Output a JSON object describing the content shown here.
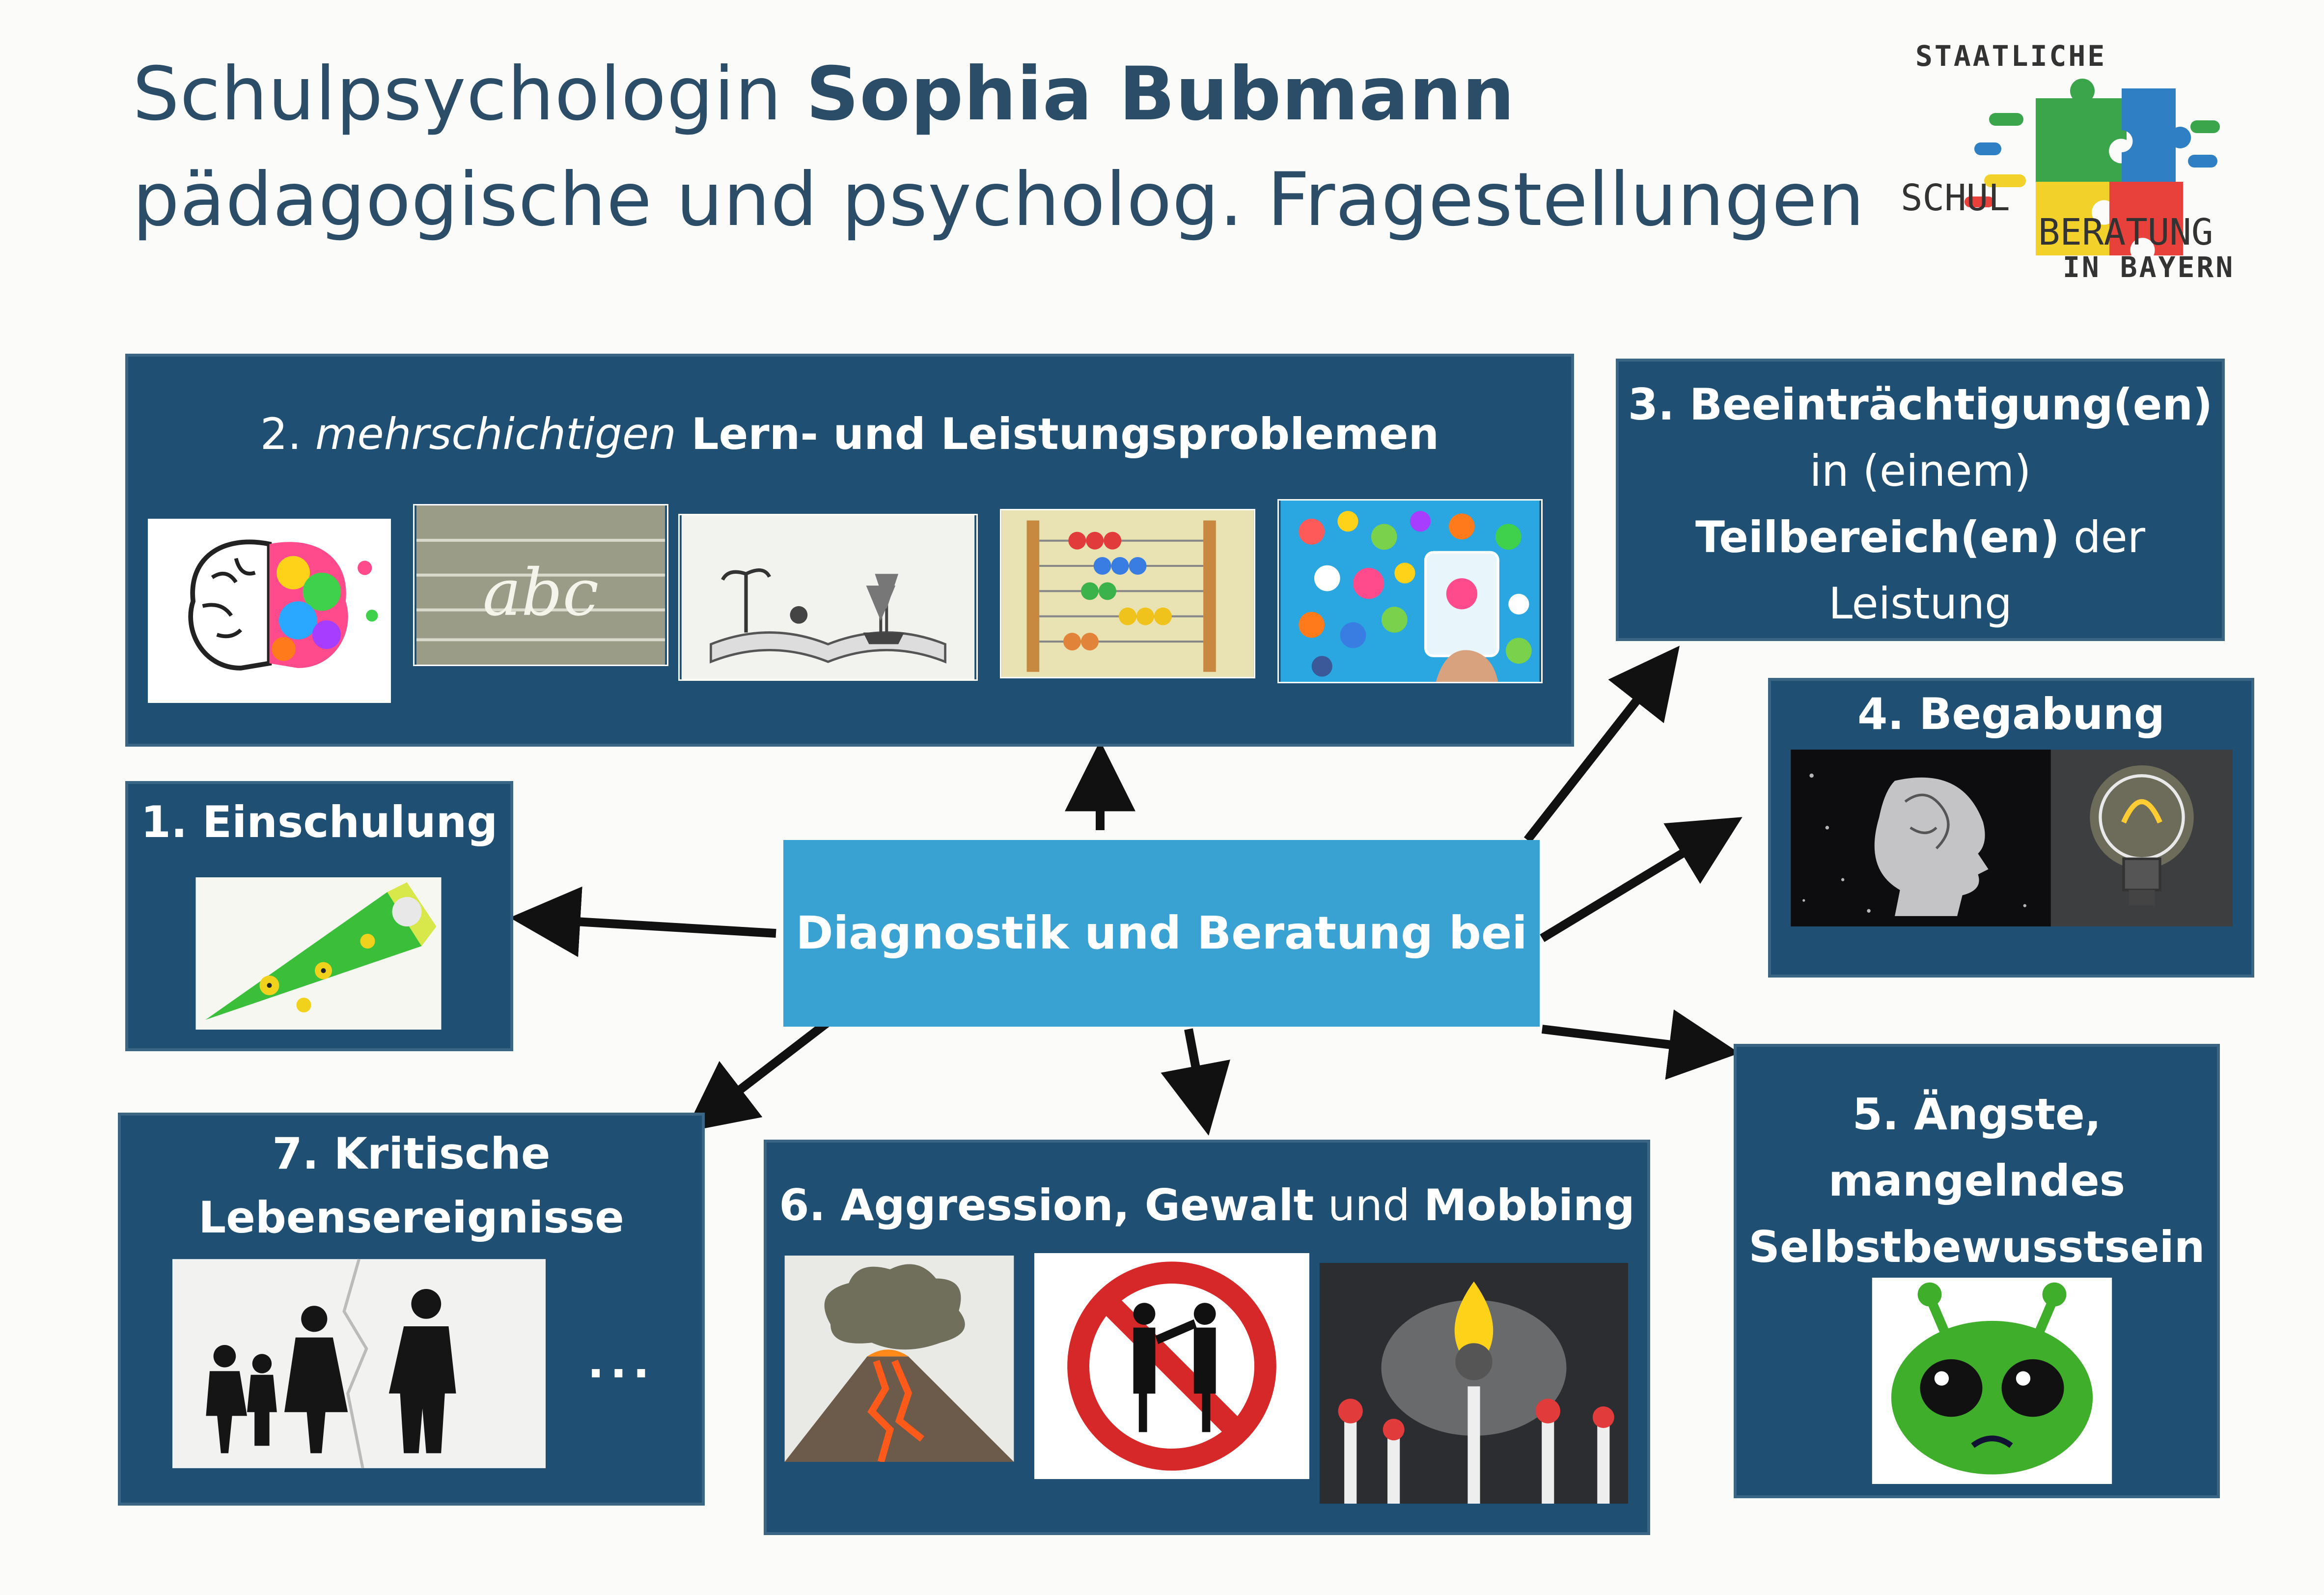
{
  "header": {
    "line1_prefix": "Schulpsychologin ",
    "line1_name": "Sophia Bubmann",
    "line2": "pädagogische und psycholog. Fragestellungen"
  },
  "logo": {
    "top": "STAATLICHE",
    "left": "SCHUL",
    "right": "BERATUNG",
    "bottom": "IN BAYERN",
    "colors": [
      "#3aa54a",
      "#2f7fc4",
      "#f2d12b",
      "#e8413b"
    ]
  },
  "center": {
    "label": "Diagnostik und Beratung bei"
  },
  "boxes": {
    "b1": {
      "label": "1. Einschulung",
      "images": [
        "school-cone-icon"
      ]
    },
    "b2": {
      "label_num": "2. ",
      "label_italic": "mehrschichtigen",
      "label_bold": " Lern- und Leistungsprobleme",
      "label_end": "n",
      "images": [
        "brain-icon",
        "abc-blackboard-icon",
        "storybook-icon",
        "abacus-icon",
        "tablet-apps-icon"
      ]
    },
    "b3": {
      "line1": "3. Beeinträchtigung(en)",
      "line2": "in (einem)",
      "line3_bold": "Teilbereich(en)",
      "line3_rest": " der",
      "line4": "Leistung"
    },
    "b4": {
      "label": "4. Begabung",
      "images": [
        "head-profile-icon",
        "light-bulb-icon"
      ]
    },
    "b5": {
      "line1": "5. Ängste,",
      "line2": "mangelndes",
      "line3": "Selbstbewusstsein",
      "images": [
        "sad-alien-icon"
      ]
    },
    "b6": {
      "part1": "6. Aggression, ",
      "part2": "Gewalt",
      "part3": " und ",
      "part4": "Mobbing",
      "images": [
        "volcano-icon",
        "no-violence-icon",
        "matches-icon"
      ]
    },
    "b7": {
      "line1": "7. Kritische",
      "line2": "Lebensereignisse",
      "ellipsis": "...",
      "images": [
        "family-silhouette-icon"
      ]
    }
  }
}
